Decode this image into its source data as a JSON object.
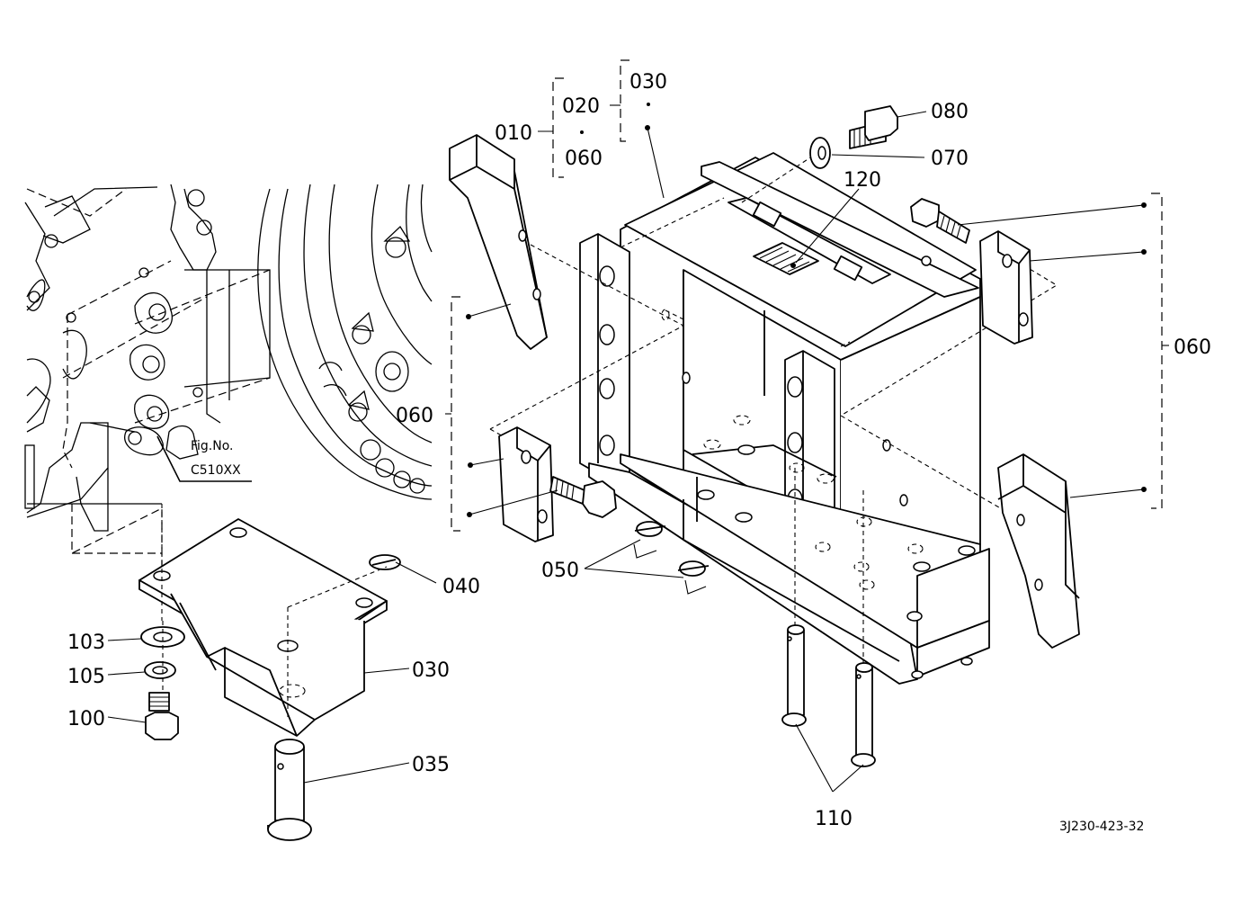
{
  "callouts": {
    "c010": "010",
    "c020": "020",
    "c030_top": "030",
    "c060_top": "060",
    "c080": "080",
    "c070": "070",
    "c120": "120",
    "c060_right": "060",
    "c060_left": "060",
    "c050": "050",
    "c040": "040",
    "c030": "030",
    "c035": "035",
    "c103": "103",
    "c105": "105",
    "c100": "100",
    "c110": "110"
  },
  "reference": {
    "fig_label": "Fig.No.",
    "fig_code": "C510XX"
  },
  "drawing_id": "3J230-423-32"
}
